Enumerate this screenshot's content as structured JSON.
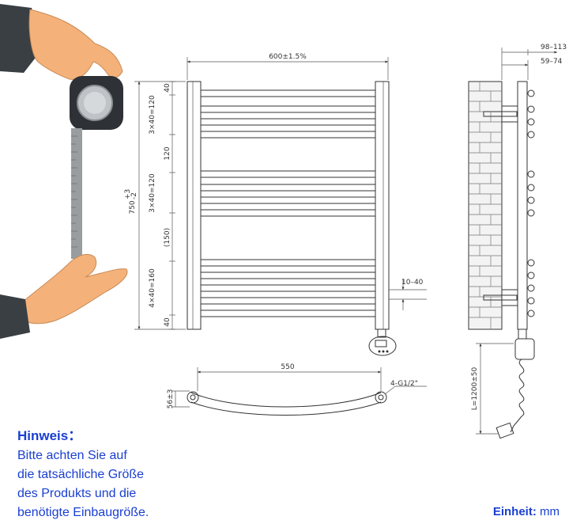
{
  "front_view": {
    "width_dim": "600±1.5%",
    "height_dim": "750",
    "height_tol": "+3",
    "height_tol2": "-2",
    "seg_top": "40",
    "seg_1": "3×40=120",
    "seg_2": "120",
    "seg_3": "3×40=120",
    "seg_4": "(150)",
    "seg_5": "4×40=160",
    "seg_bottom": "40",
    "valve_offset": "10–40"
  },
  "side_view": {
    "depth_outer": "98–113",
    "depth_inner": "59–74",
    "cable_length": "L=1200±50"
  },
  "top_view": {
    "center_dist": "550",
    "thread": "4-G1/2\"",
    "depth": "56±3"
  },
  "note": {
    "title": "Hinweis：",
    "lines": [
      "Bitte achten Sie auf",
      "die tatsächliche Größe",
      "des Produkts und die",
      "benötigte Einbaugröße."
    ]
  },
  "unit": {
    "label": "Einheit:",
    "value": "mm"
  },
  "colors": {
    "accent": "#1a3fd0",
    "line": "#333333",
    "skin": "#f4b27a",
    "sleeve": "#3a3f44"
  }
}
